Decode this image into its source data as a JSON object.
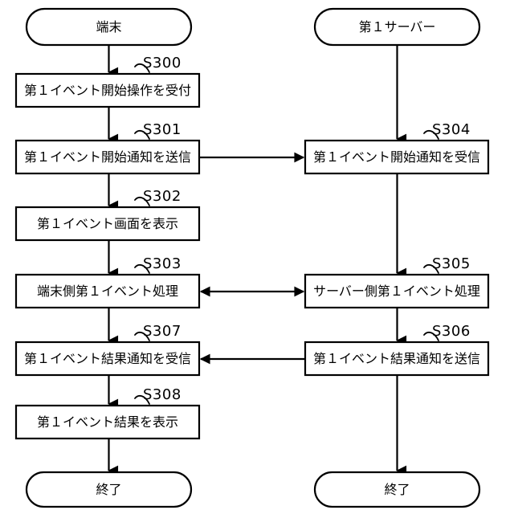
{
  "diagram": {
    "title": "",
    "columns": [
      {
        "id": "terminal-column",
        "header": "端末"
      },
      {
        "id": "server-column",
        "header": "第１サーバー"
      }
    ],
    "colors": {
      "background": "#ffffff",
      "stroke": "#000000",
      "fill": "#ffffff",
      "text": "#000000"
    },
    "start_terminals": [
      {
        "id": "start-terminal",
        "label": "端末"
      },
      {
        "id": "start-server",
        "label": "第１サーバー"
      }
    ],
    "end_terminals": [
      {
        "id": "end-terminal",
        "label": "終了"
      },
      {
        "id": "end-server",
        "label": "終了"
      }
    ],
    "steps": [
      {
        "id": "s300",
        "code": "S300",
        "label": "第１イベント開始操作を受付",
        "column": "terminal-column"
      },
      {
        "id": "s301",
        "code": "S301",
        "label": "第１イベント開始通知を送信",
        "column": "terminal-column"
      },
      {
        "id": "s302",
        "code": "S302",
        "label": "第１イベント画面を表示",
        "column": "terminal-column"
      },
      {
        "id": "s303",
        "code": "S303",
        "label": "端末側第１イベント処理",
        "column": "terminal-column"
      },
      {
        "id": "s307",
        "code": "S307",
        "label": "第１イベント結果通知を受信",
        "column": "terminal-column"
      },
      {
        "id": "s308",
        "code": "S308",
        "label": "第１イベント結果を表示",
        "column": "terminal-column"
      },
      {
        "id": "s304",
        "code": "S304",
        "label": "第１イベント開始通知を受信",
        "column": "server-column"
      },
      {
        "id": "s305",
        "code": "S305",
        "label": "サーバー側第１イベント処理",
        "column": "server-column"
      },
      {
        "id": "s306",
        "code": "S306",
        "label": "第１イベント結果通知を送信",
        "column": "server-column"
      }
    ],
    "cross_connections": [
      {
        "id": "s301-to-s304",
        "from": "s301",
        "to": "s304",
        "direction": "right"
      },
      {
        "id": "s303-s305",
        "from": "s303",
        "to": "s305",
        "direction": "both"
      },
      {
        "id": "s306-to-s307",
        "from": "s306",
        "to": "s307",
        "direction": "left"
      }
    ]
  }
}
